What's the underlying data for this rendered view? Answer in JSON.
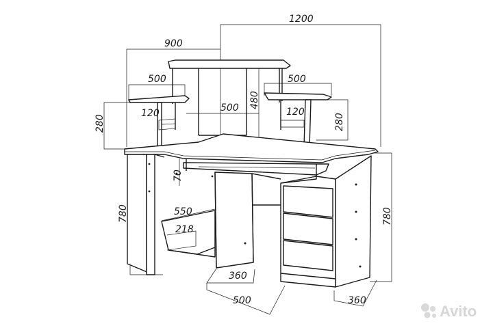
{
  "dimensions": {
    "width_total": "1200",
    "width_top": "900",
    "shelf_left": "500",
    "shelf_right": "500",
    "inner_depth": "500",
    "side_height": "480",
    "niche_left": "120",
    "niche_right": "120",
    "shelf_height_left": "280",
    "shelf_height_right": "280",
    "keyboard_gap": "70",
    "height_left": "780",
    "height_right": "780",
    "sys_shelf_width": "550",
    "sys_shelf_depth": "218",
    "leg_width": "360",
    "desk_depth": "500",
    "cabinet_depth": "360"
  },
  "watermark": {
    "brand": "Avito"
  }
}
